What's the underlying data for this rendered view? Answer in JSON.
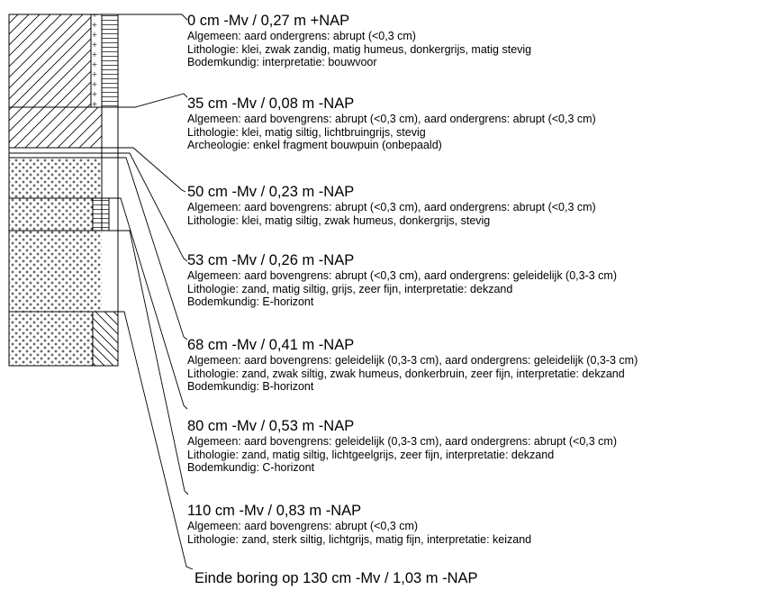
{
  "layers": [
    {
      "depth_label": "0 cm -Mv / 0,27 m +NAP",
      "lines": [
        "Algemeen: aard ondergrens: abrupt (<0,3 cm)",
        "Lithologie: klei, zwak zandig, matig humeus, donkergrijs, matig stevig",
        "Bodemkundig: interpretatie: bouwvoor"
      ]
    },
    {
      "depth_label": "35 cm -Mv / 0,08 m -NAP",
      "lines": [
        "Algemeen: aard bovengrens: abrupt (<0,3 cm), aard ondergrens: abrupt (<0,3 cm)",
        "Lithologie: klei, matig siltig, lichtbruingrijs, stevig",
        "Archeologie: enkel fragment bouwpuin (onbepaald)"
      ]
    },
    {
      "depth_label": "50 cm -Mv / 0,23 m -NAP",
      "lines": [
        "Algemeen: aard bovengrens: abrupt (<0,3 cm), aard ondergrens: abrupt (<0,3 cm)",
        "Lithologie: klei, matig siltig, zwak humeus, donkergrijs, stevig"
      ]
    },
    {
      "depth_label": "53 cm -Mv / 0,26 m -NAP",
      "lines": [
        "Algemeen: aard bovengrens: abrupt (<0,3 cm), aard ondergrens: geleidelijk (0,3-3 cm)",
        "Lithologie: zand, matig siltig, grijs, zeer fijn, interpretatie: dekzand",
        "Bodemkundig: E-horizont"
      ]
    },
    {
      "depth_label": "68 cm -Mv / 0,41 m -NAP",
      "lines": [
        "Algemeen: aard bovengrens: geleidelijk (0,3-3 cm), aard ondergrens: geleidelijk (0,3-3 cm)",
        "Lithologie: zand, zwak siltig, zwak humeus, donkerbruin, zeer fijn, interpretatie: dekzand",
        "Bodemkundig: B-horizont"
      ]
    },
    {
      "depth_label": "80 cm -Mv / 0,53 m -NAP",
      "lines": [
        "Algemeen: aard bovengrens: geleidelijk (0,3-3 cm), aard ondergrens: abrupt (<0,3 cm)",
        "Lithologie: zand, matig siltig, lichtgeelgrijs, zeer fijn, interpretatie: dekzand",
        "Bodemkundig: C-horizont"
      ]
    },
    {
      "depth_label": "110 cm -Mv / 0,83 m -NAP",
      "lines": [
        "Algemeen: aard bovengrens: abrupt (<0,3 cm)",
        "Lithologie: zand, sterk siltig, lichtgrijs, matig fijn, interpretatie: keizand"
      ]
    }
  ],
  "end_label": "Einde boring op 130 cm -Mv / 1,03 m -NAP"
}
